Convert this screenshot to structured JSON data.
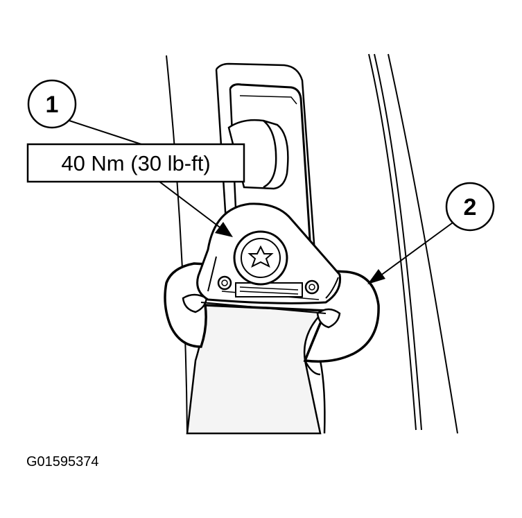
{
  "callouts": {
    "one": "1",
    "two": "2"
  },
  "torque_label": "40 Nm (30 lb-ft)",
  "figure_id": "G01595374",
  "colors": {
    "ink": "#000000",
    "paper": "#ffffff",
    "belt_fill": "#f4f4f4"
  }
}
